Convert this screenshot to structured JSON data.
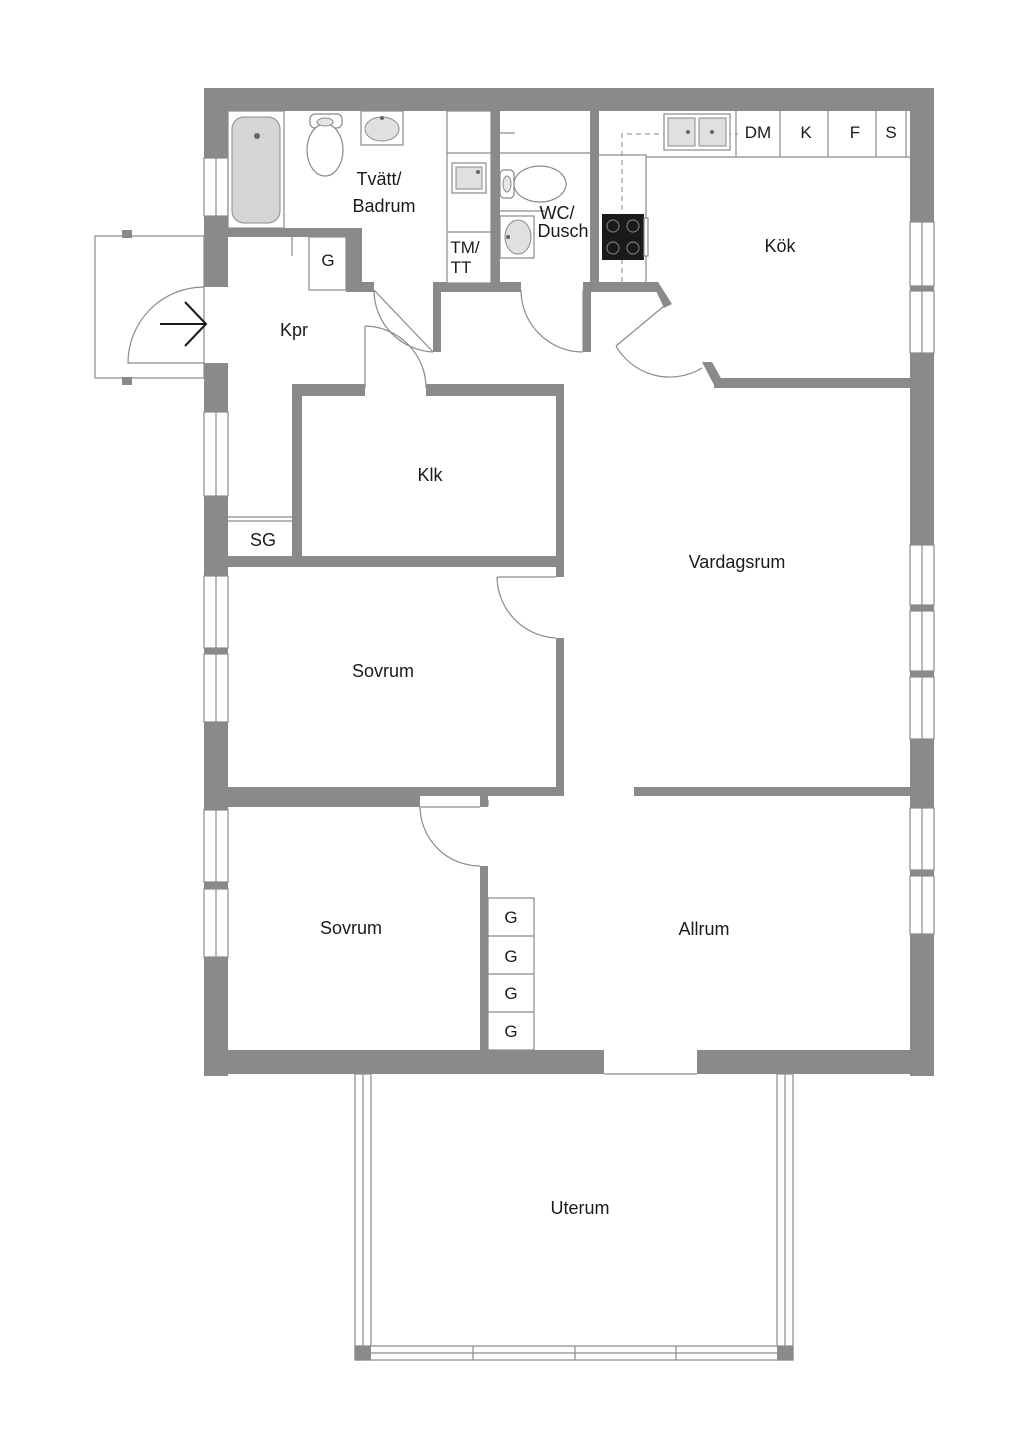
{
  "rooms": {
    "tvatt_line1": "Tvätt/",
    "tvatt_line2": "Badrum",
    "wc_line1": "WC/",
    "wc_line2": "Dusch",
    "kok": "Kök",
    "kpr": "Kpr",
    "klk": "Klk",
    "vardagsrum": "Vardagsrum",
    "sovrum_1": "Sovrum",
    "sovrum_2": "Sovrum",
    "allrum": "Allrum",
    "uterum": "Uterum",
    "sg": "SG"
  },
  "fixtures": {
    "garderob_hall": "G",
    "tm_line1": "TM/",
    "tm_line2": "TT",
    "dm": "DM",
    "k": "K",
    "f": "F",
    "s": "S",
    "garderob_allrum": [
      "G",
      "G",
      "G",
      "G"
    ]
  },
  "colors": {
    "wall": "#8a8a8a",
    "text": "#1a1a1a",
    "stove": "#1a1a1a"
  }
}
